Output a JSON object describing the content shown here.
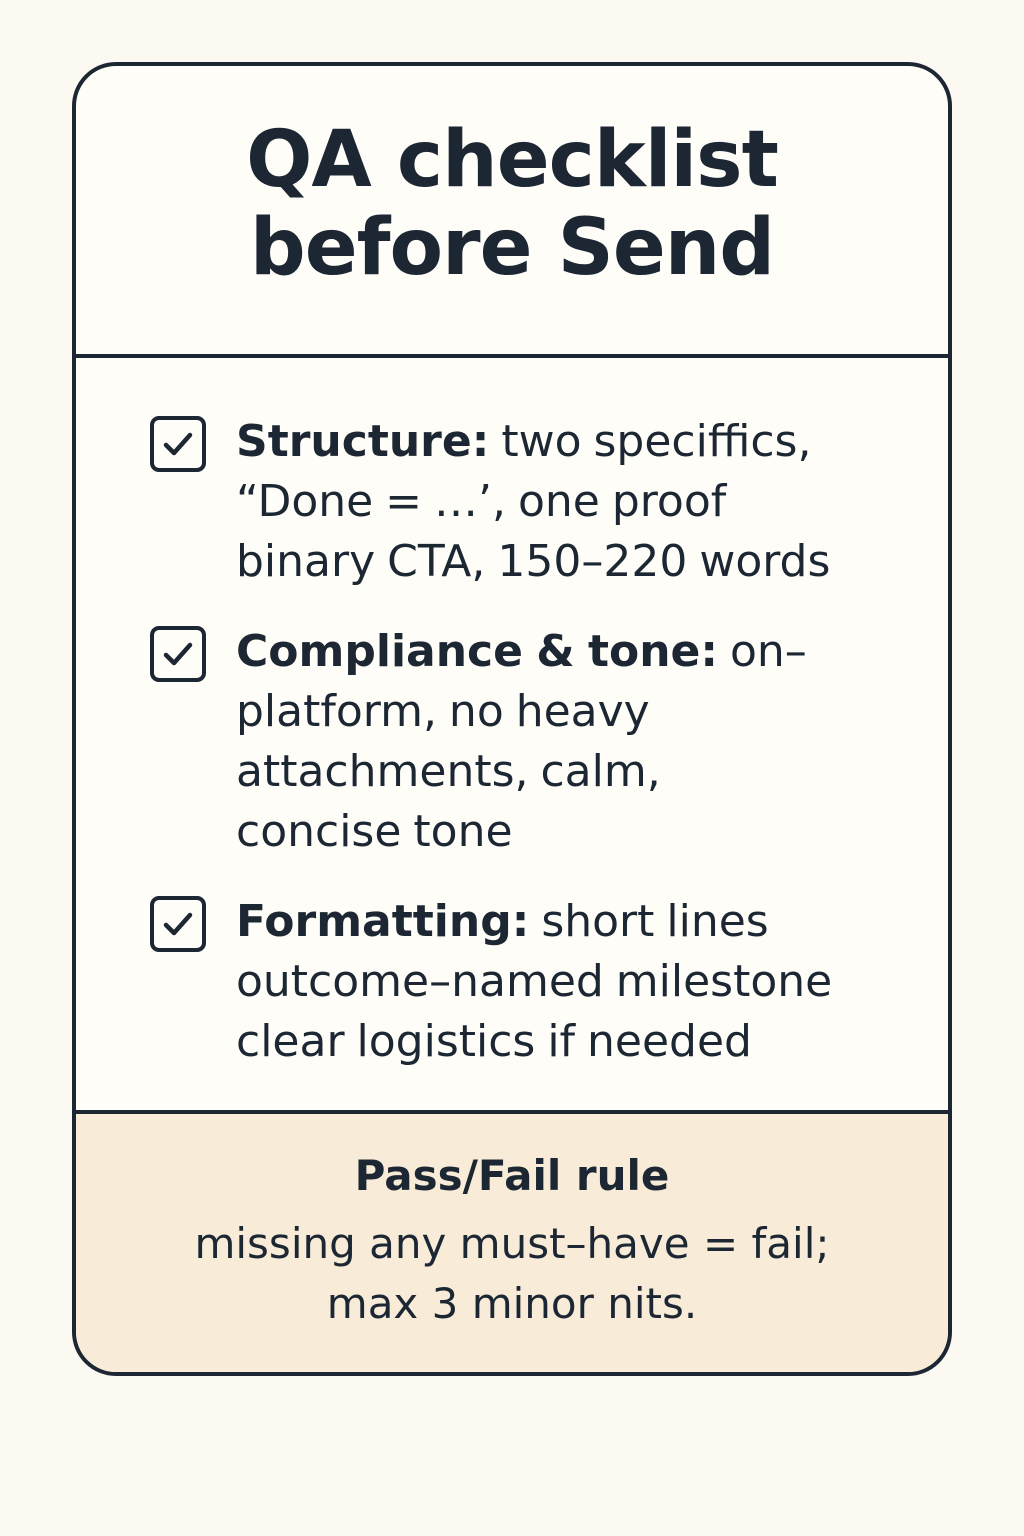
{
  "title": {
    "line1": "QA checklist",
    "line2": "before Send"
  },
  "checklist": {
    "items": [
      {
        "label": "Structure:",
        "text": "two speciffics, “Done = …’, one proof binary CTA, 150–220 words",
        "checked": true
      },
      {
        "label": "Compliance & tone:",
        "text": "on–platform, no heavy attachments, calm, concise tone",
        "checked": true
      },
      {
        "label": "Formatting:",
        "text": "short lines outcome–named milestone clear logistics if needed",
        "checked": true
      }
    ],
    "check_icon": "checkmark-icon"
  },
  "footer": {
    "title": "Pass/Fail rule",
    "line1": "missing any must–have = fail;",
    "line2": "max 3 minor nits."
  },
  "colors": {
    "page_background": "#fcf9f2",
    "card_background": "#fffdf8",
    "footer_background": "#f8ecd8",
    "ink": "#1c2733"
  }
}
